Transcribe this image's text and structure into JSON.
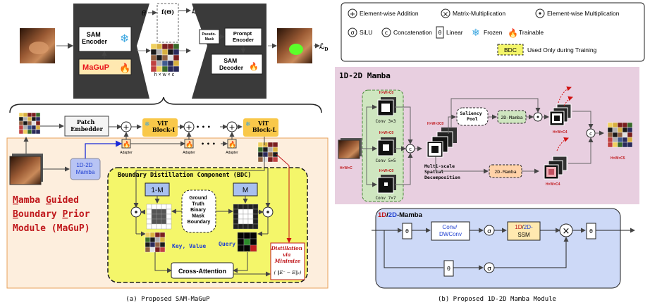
{
  "left": {
    "sam_encoder": "SAM\nEncoder",
    "magup": "MaGuP",
    "theta": "θ",
    "f_theta": "f(Θ)",
    "loss_top": "ℒ",
    "loss_top_sub": "D",
    "grid_label": "h × w × c",
    "pseudo_mask": "Pseudo-\nMask",
    "prompt_encoder": "Prompt\nEncoder",
    "sam_decoder": "SAM\nDecoder",
    "loss_right": "ℒ",
    "loss_right_sub": "D",
    "patch_embedder": "Patch\nEmbedder",
    "vit_block_1": "ViT\nBlock-I",
    "vit_block_l": "ViT\nBlock-L",
    "dots": "• • •",
    "adapter": "Adapter",
    "mamba_1d2d": "1D-2D\nMamba",
    "title_lines": [
      {
        "u": "M",
        "rest": "amba "
      },
      {
        "u": "G",
        "rest": "uided"
      },
      {
        "u": "B",
        "rest": "oundary "
      },
      {
        "u": "P",
        "rest": "rior"
      },
      {
        "u": "",
        "rest": "Module (MaGuP)"
      }
    ],
    "bdc_title": "Boundary Distillation Component (BDC)",
    "one_minus_m": "1-M",
    "m": "M",
    "gt_text": "Ground\nTruth\nBinary\nMask\nBoundary",
    "key_value": "Key, Value",
    "query": "Query",
    "cross_attention": "Cross-Attention",
    "distill_text": "Distillation\nvia\nMinimize",
    "distill_formula": "( ‖E⁻ − E‖₂)",
    "caption": "(a)  Proposed SAM-MaGuP"
  },
  "legend": {
    "add": "Element-wise Addition",
    "matmul": "Matrix-Multiplication",
    "elem_mult": "Element-wise Multiplication",
    "silu": "SiLU",
    "concat": "Concatenation",
    "linear": "Linear",
    "frozen": "Frozen",
    "trainable": "Trainable",
    "bdc": "BDC",
    "bdc_desc": "Used Only during Training"
  },
  "right": {
    "title": "1D-2D Mamba",
    "conv3": "Conv 3×3",
    "conv5": "Conv 5×5",
    "conv7": "Conv 7×7",
    "dim_c0": "H×W×C0",
    "dim_c": "H×W×C",
    "dim_3c0": "H×W×3C0",
    "dim_c4": "H×W×C4",
    "dim_c5": "H×W×C5",
    "msd": "Multi-scale\nSpatial\nDecomposition",
    "saliency_pool": "Saliency\nPool",
    "mamba2d": "2D-Mamba",
    "caption": "(b)  Proposed 1D-2D Mamba Module"
  },
  "bottom": {
    "title_prefix": "1D",
    "title_sep": "/",
    "title_mid": "2D",
    "title_suffix": "-Mamba",
    "conv": "Conv/\nDWConv",
    "ssm_prefix": "1D",
    "ssm_sep": "/",
    "ssm_mid": "2D-",
    "ssm_suffix": "SSM"
  },
  "colors": {
    "sam_dark": "#3a3a3a",
    "magup_fill": "#ffe8b0",
    "magup_text": "#e8141c",
    "vit_fill": "#f9c84a",
    "peach_panel": "#fdeedd",
    "bdc_fill": "#f4f66a",
    "pink_panel": "#e8cfe0",
    "green_panel": "#cfe6c0",
    "blue_panel": "#cdd9f7",
    "mamba_title_red": "#c0181c"
  }
}
